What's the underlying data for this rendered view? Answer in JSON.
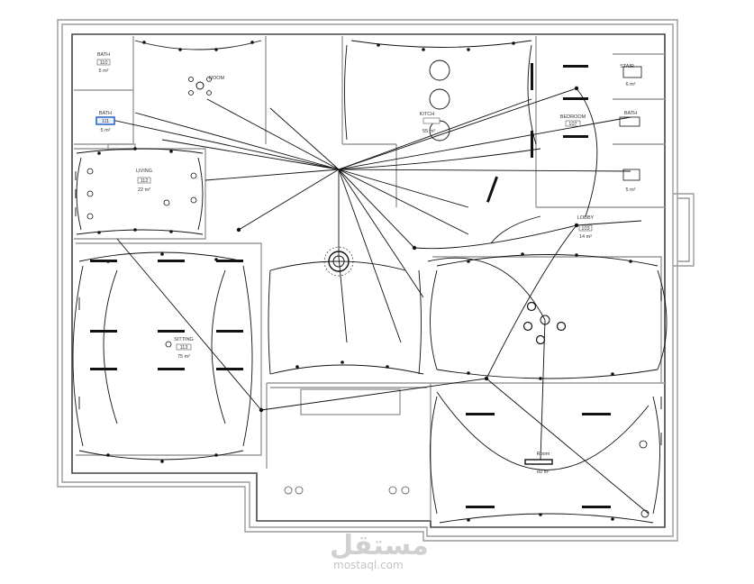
{
  "rooms": [
    {
      "name": "BATH",
      "code": "110",
      "area": "5 m²"
    },
    {
      "name": "BATH",
      "code": "111",
      "area": "5 m²"
    },
    {
      "name": "ROOM",
      "code": "",
      "area": ""
    },
    {
      "name": "KITCH",
      "code": "",
      "area": "55 m²"
    },
    {
      "name": "BEDROOM",
      "code": "107",
      "area": ""
    },
    {
      "name": "STAIR",
      "code": "",
      "area": "6 m²"
    },
    {
      "name": "BATH",
      "code": "",
      "area": "5 m²"
    },
    {
      "name": "LIVING",
      "code": "112",
      "area": "22 m²"
    },
    {
      "name": "LOBBY",
      "code": "103",
      "area": "14 m²"
    },
    {
      "name": "SITTING",
      "code": "113",
      "area": "75 m²"
    },
    {
      "name": "Room",
      "code": "",
      "area": "60 m²"
    }
  ],
  "watermark": {
    "arabic": "مستقل",
    "latin": "mostaql.com"
  }
}
